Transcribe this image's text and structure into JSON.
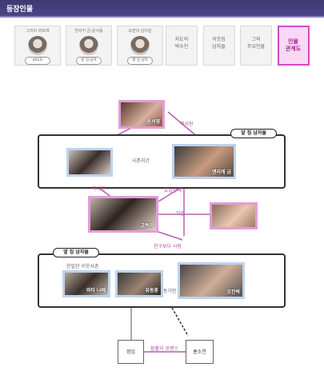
{
  "header": {
    "title": "등장인물"
  },
  "tabs": [
    {
      "caption": "그리미 바보에",
      "label": "",
      "pill": "402호",
      "has_photo": true
    },
    {
      "caption": "연리커 금 윤서를",
      "label": "",
      "pill": "앞 집 남자",
      "has_photo": true
    },
    {
      "caption": "오련의 김지원",
      "label": "",
      "pill": "옆 집 남자",
      "has_photo": true
    },
    {
      "caption": "",
      "label": "지도의\n박수진",
      "pill": "",
      "has_photo": false
    },
    {
      "caption": "",
      "label": "이웃집\n남자들",
      "pill": "",
      "has_photo": false
    },
    {
      "caption": "",
      "label": "그외\n주요인물",
      "pill": "",
      "has_photo": false
    },
    {
      "caption": "",
      "label": "인물\n관계도",
      "pill": "",
      "has_photo": false,
      "active": true
    }
  ],
  "diagram": {
    "front_group_tag": "앞 집 남자들",
    "side_group_tag": "옆 집 남자들",
    "people": {
      "top": "윤서영",
      "front_left": "",
      "front_right": "엔리케 금",
      "center": "고독미",
      "right": "",
      "side_left": "와타 나베",
      "side_mid": "유동훈",
      "side_right": "오진락"
    },
    "labels": {
      "crush_top": "짝사랑",
      "cousins": "사촌지간",
      "crush_left": "짝사랑",
      "romance": "호감관계",
      "rival": "악연",
      "more_than_friends": "친구보다 사랑",
      "close_cousins": "친밀한 이웃사촌",
      "same_age": "동거인",
      "box_left": "정임",
      "box_right": "홍소연",
      "box_relation": "황홀의 로맨스"
    }
  }
}
